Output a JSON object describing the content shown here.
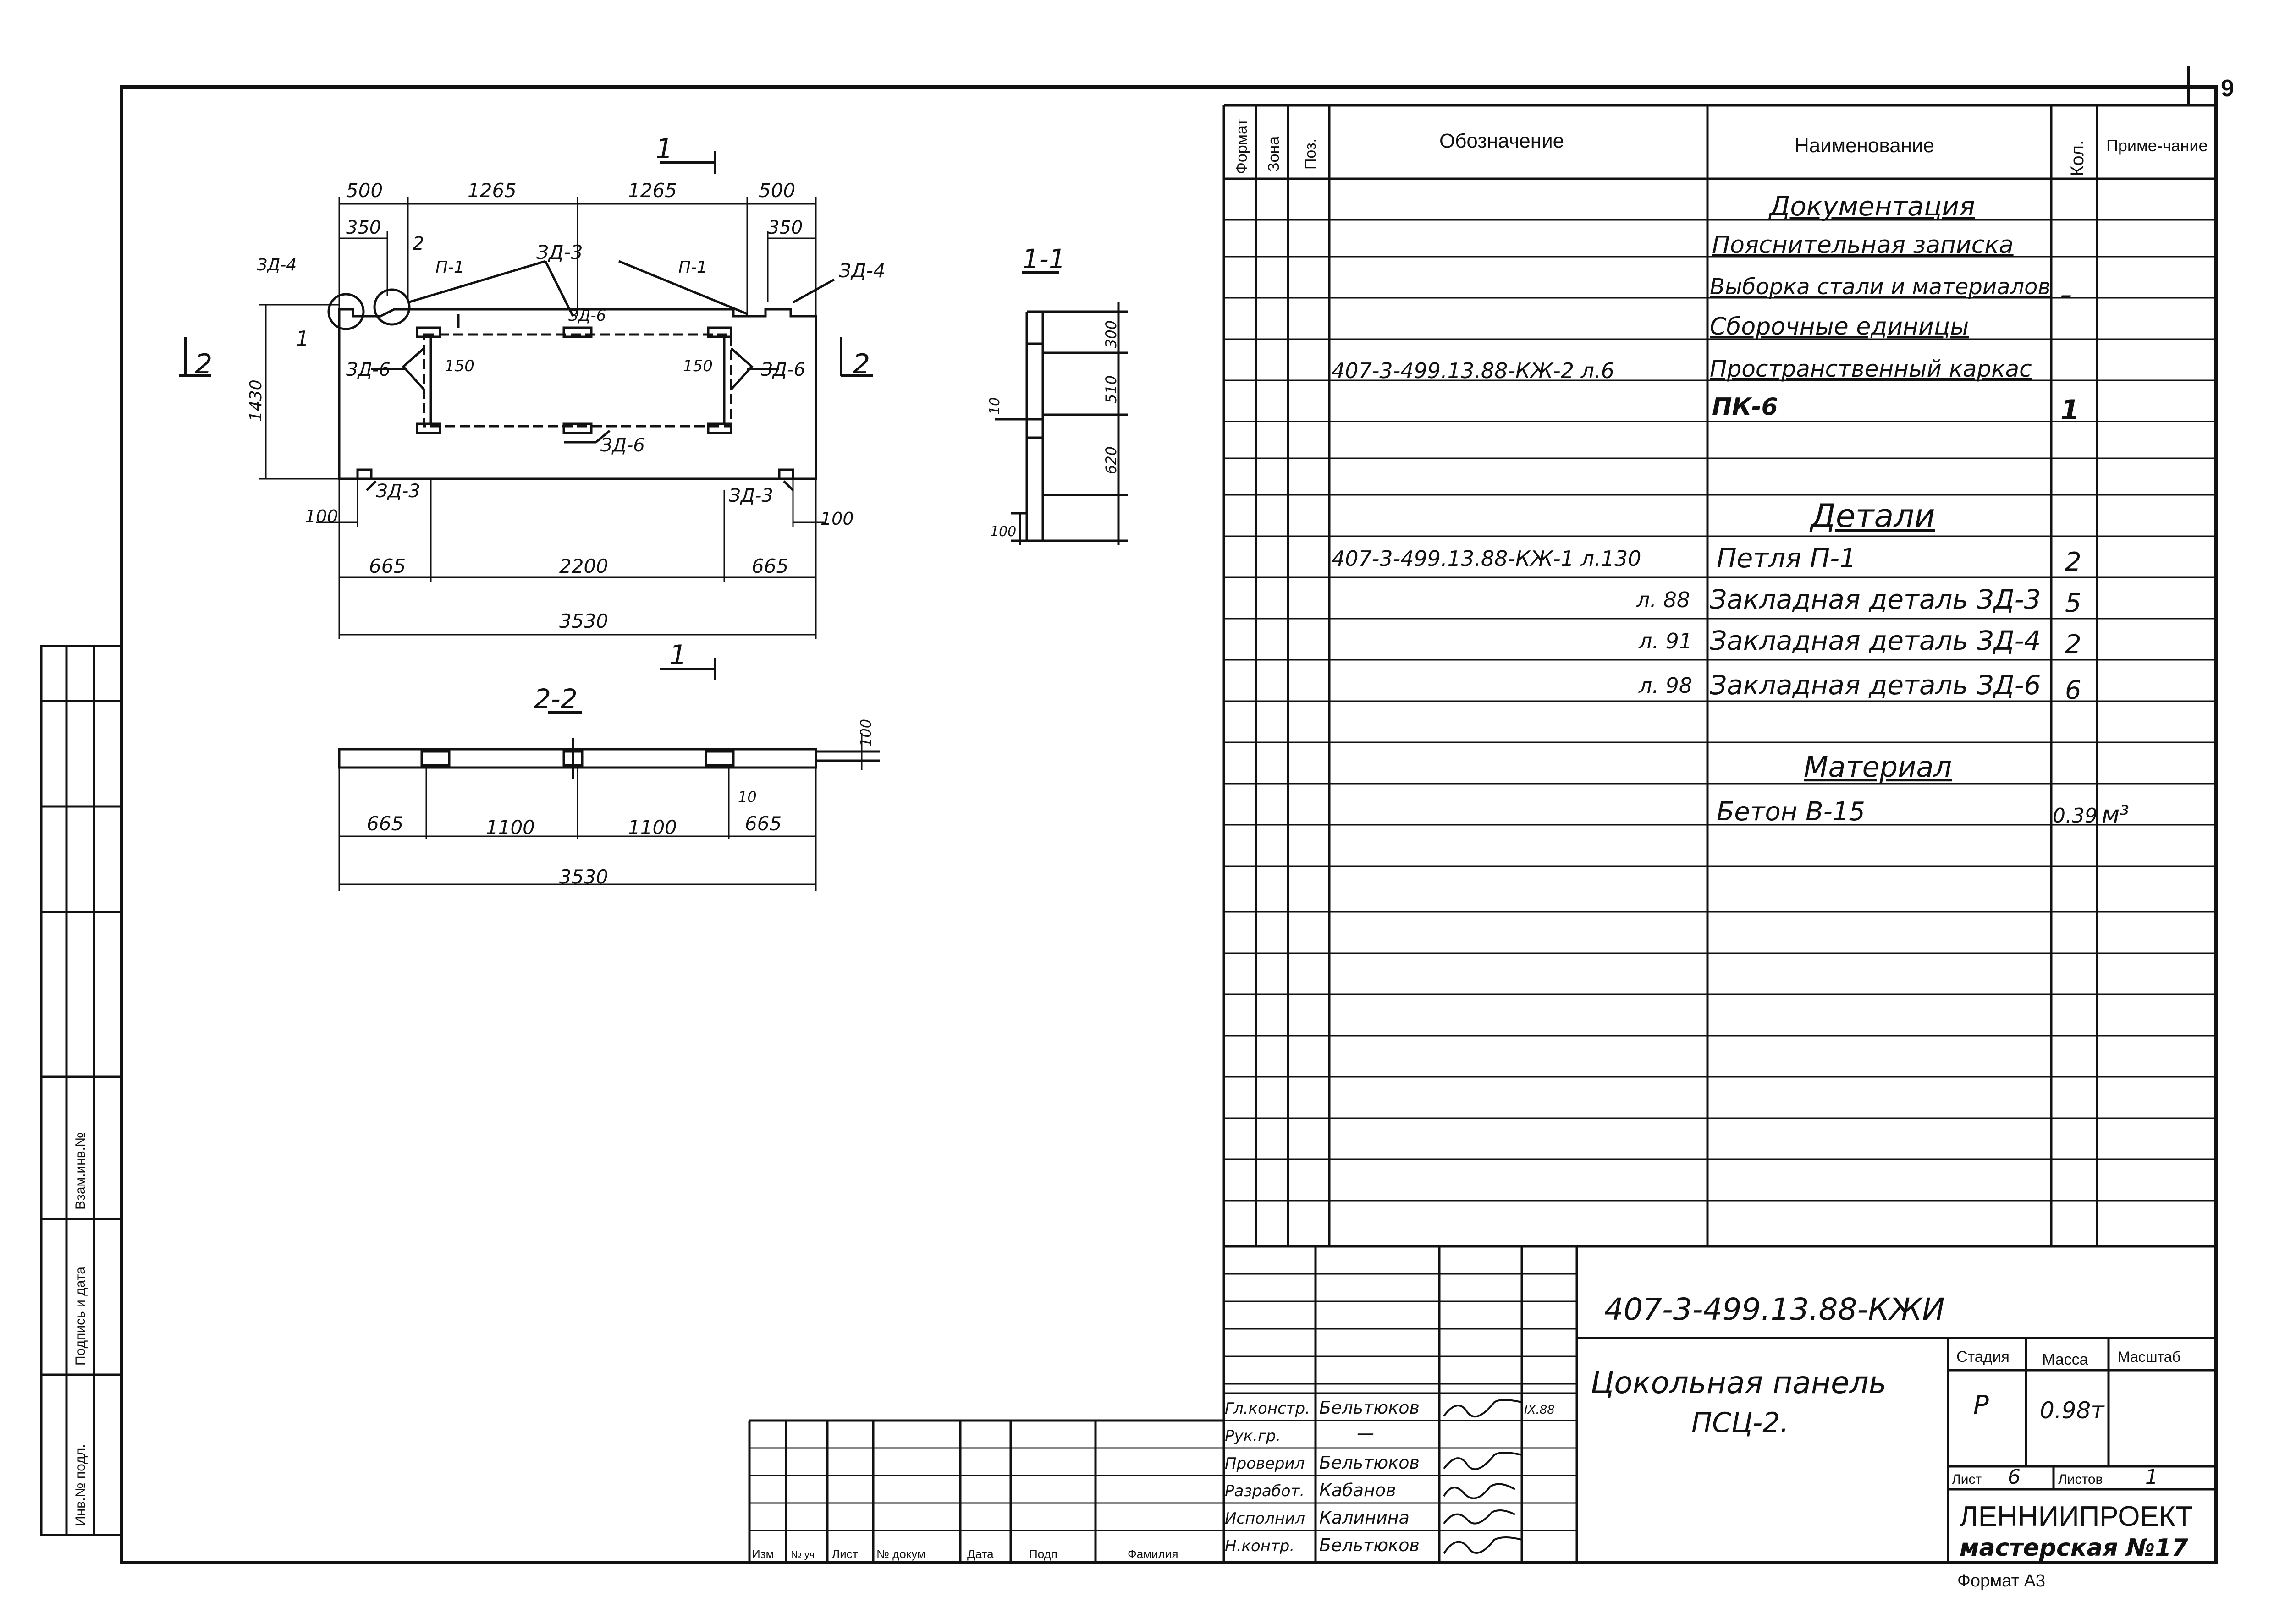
{
  "page_number": "9",
  "format_label": "Формат А3",
  "spec": {
    "headers": {
      "format": "Формат",
      "zone": "Зона",
      "pos": "Поз.",
      "designation": "Обозначение",
      "name": "Наименование",
      "qty": "Кол.",
      "note": "Приме-чание"
    },
    "rows": [
      {
        "designation": "",
        "name": "Документация",
        "qty": "",
        "note": "",
        "heading": true
      },
      {
        "designation": "",
        "name": "Пояснительная записка",
        "qty": "",
        "note": ""
      },
      {
        "designation": "",
        "name": "Выборка стали и материалов",
        "qty": "–",
        "note": ""
      },
      {
        "designation": "",
        "name": "Сборочные единицы",
        "qty": "",
        "note": ""
      },
      {
        "designation": "407-3-499.13.88-КЖ-2 л.6",
        "name": "Пространственный каркас",
        "qty": "",
        "note": ""
      },
      {
        "designation": "",
        "name": "ПК-6",
        "qty": "1",
        "note": ""
      },
      {
        "designation": "",
        "name": "",
        "qty": "",
        "note": ""
      },
      {
        "designation": "",
        "name": "Детали",
        "qty": "",
        "note": "",
        "heading": true
      },
      {
        "designation": "407-3-499.13.88-КЖ-1 л.130",
        "name": "Петля П-1",
        "qty": "2",
        "note": ""
      },
      {
        "designation": "л. 88",
        "name": "Закладная деталь ЗД-3",
        "qty": "5",
        "note": ""
      },
      {
        "designation": "л. 91",
        "name": "Закладная деталь ЗД-4",
        "qty": "2",
        "note": ""
      },
      {
        "designation": "л. 98",
        "name": "Закладная деталь ЗД-6",
        "qty": "6",
        "note": ""
      },
      {
        "designation": "",
        "name": "",
        "qty": "",
        "note": ""
      },
      {
        "designation": "",
        "name": "Материал",
        "qty": "",
        "note": "",
        "heading": true
      },
      {
        "designation": "",
        "name": "Бетон  В-15",
        "qty": "0.39",
        "note": "м³"
      }
    ]
  },
  "title_block": {
    "doc_code": "407-3-499.13.88-КЖИ",
    "title_line1": "Цокольная   панель",
    "title_line2": "ПСЦ-2.",
    "stage_label": "Стадия",
    "mass_label": "Масса",
    "scale_label": "Масштаб",
    "stage": "Р",
    "mass": "0.98т",
    "sheet_label": "Лист",
    "sheet": "6",
    "sheets_label": "Листов",
    "sheets": "1",
    "org": "ЛЕННИИПРОЕКТ",
    "workshop": "мастерская №17",
    "col_labels": [
      "Изм",
      "№ уч",
      "Лист",
      "№ докум",
      "Дата",
      "Подп",
      "Фамилия"
    ],
    "signers": [
      {
        "role": "Гл.констр.",
        "name": "Бельтюков",
        "date": "IX.88"
      },
      {
        "role": "Рук.гр.",
        "name": "—",
        "date": ""
      },
      {
        "role": "Проверил",
        "name": "Бельтюков",
        "date": ""
      },
      {
        "role": "Разработ.",
        "name": "Кабанов",
        "date": ""
      },
      {
        "role": "Исполнил",
        "name": "Калинина",
        "date": ""
      },
      {
        "role": "Н.контр.",
        "name": "Бельтюков",
        "date": ""
      }
    ]
  },
  "side_stamp": {
    "labels": [
      "Взам.инв.№",
      "Подпись и дата",
      "Инв.№ подл."
    ]
  },
  "drawing": {
    "section_1": "1",
    "section_2": "2",
    "view_1_1": "1-1",
    "view_2_2": "2-2",
    "dims_top": [
      "500",
      "1265",
      "1265",
      "500"
    ],
    "dims_350": "350",
    "dim_height": "1430",
    "dim_150": "150",
    "dims_bottom": [
      "665",
      "2200",
      "665"
    ],
    "dim_total": "3530",
    "dim_100": "100",
    "tags": {
      "zd4": "ЗД-4",
      "zd3": "ЗД-3",
      "zd6": "ЗД-6",
      "p1": "П-1",
      "num1": "1",
      "num2": "2"
    },
    "sect_dims": [
      "300",
      "510",
      "620",
      "100",
      "10"
    ],
    "dims_22": [
      "665",
      "1100",
      "1100",
      "665"
    ],
    "dim_22_100": "100",
    "dim_22_10": "10"
  }
}
